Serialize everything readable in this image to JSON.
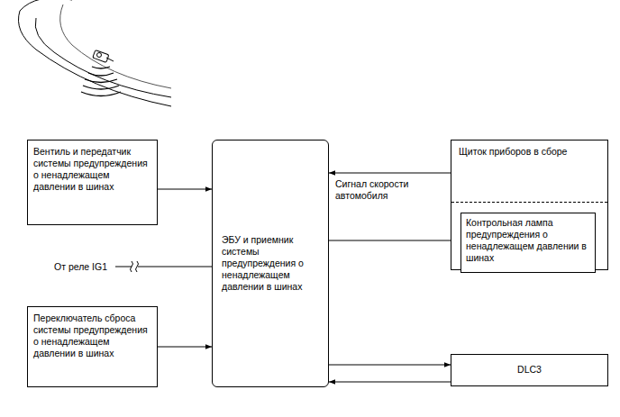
{
  "diagram": {
    "nodes": [
      {
        "text": [
          "Вентиль и передатчик системы предупреждения о ненадлежащем давлении в шинах"
        ]
      },
      {
        "text": [
          "ЭБУ и приемник системы предупреждения о ненадлежащем давлении в шинах"
        ]
      },
      {
        "text": [
          "Щиток приборов в сборе"
        ]
      },
      {
        "text": [
          "Контрольная лампа предупреждения о ненадлежащем давлении в шинах"
        ],
        "in": 2
      },
      {
        "text": [
          "Переключатель сброса системы предупреждения о ненадлежащем давлении в шинах"
        ]
      },
      {
        "text": [
          "DLC3"
        ]
      }
    ],
    "edges": [
      {
        "from": 0,
        "to": 1,
        "arrow": "to"
      },
      {
        "from": 2,
        "to": 1,
        "label": "Сигнал скорости автомобиля",
        "arrow": "to"
      },
      {
        "from": 1,
        "to": 3,
        "arrow": "to"
      },
      {
        "from": 4,
        "to": 1,
        "arrow": "to"
      },
      {
        "from": 1,
        "to": 5,
        "arrow": "to"
      },
      {
        "from": 5,
        "to": 1,
        "arrow": "to"
      }
    ],
    "labels": [
      "От реле IG1"
    ]
  }
}
